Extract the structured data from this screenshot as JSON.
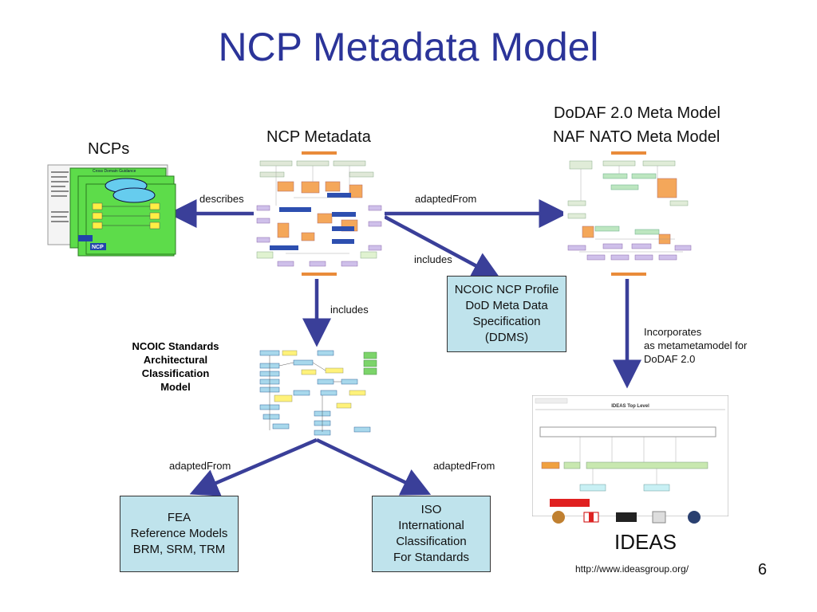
{
  "title": "NCP Metadata Model",
  "nodes": {
    "ncps": "NCPs",
    "ncp_metadata": "NCP Metadata",
    "dodaf_line1": "DoDAF 2.0 Meta Model",
    "dodaf_line2": "NAF NATO Meta Model",
    "ncoic_profile": [
      "NCOIC NCP Profile",
      "DoD Meta Data",
      "Specification",
      "(DDMS)"
    ],
    "standards": [
      "NCOIC Standards",
      "Architectural",
      "Classification",
      "Model"
    ],
    "fea": [
      "FEA",
      "Reference Models",
      "BRM, SRM, TRM"
    ],
    "iso": [
      "ISO",
      "International",
      "Classification",
      "For Standards"
    ],
    "ideas": "IDEAS",
    "ideas_thumb_header": "IDEAS Top Level",
    "ncp_thumb_header": "Cross Domain Guidance",
    "ncp_thumb_tag": "NCP"
  },
  "edges": {
    "describes": "describes",
    "adapted_from_dodaf": "adaptedFrom",
    "includes_profile": "includes",
    "includes_standards": "includes",
    "incorporates_line1": "Incorporates",
    "incorporates_line2": "as metametamodel for",
    "incorporates_line3": "DoDAF 2.0",
    "adapted_from_fea": "adaptedFrom",
    "adapted_from_iso": "adaptedFrom"
  },
  "footer": {
    "url": "http://www.ideasgroup.org/",
    "page_number": "6"
  },
  "colors": {
    "title": "#2b3499",
    "arrow": "#3a3f99",
    "box_fill": "#bfe3ec",
    "ncp_green": "#5ddc4a"
  }
}
